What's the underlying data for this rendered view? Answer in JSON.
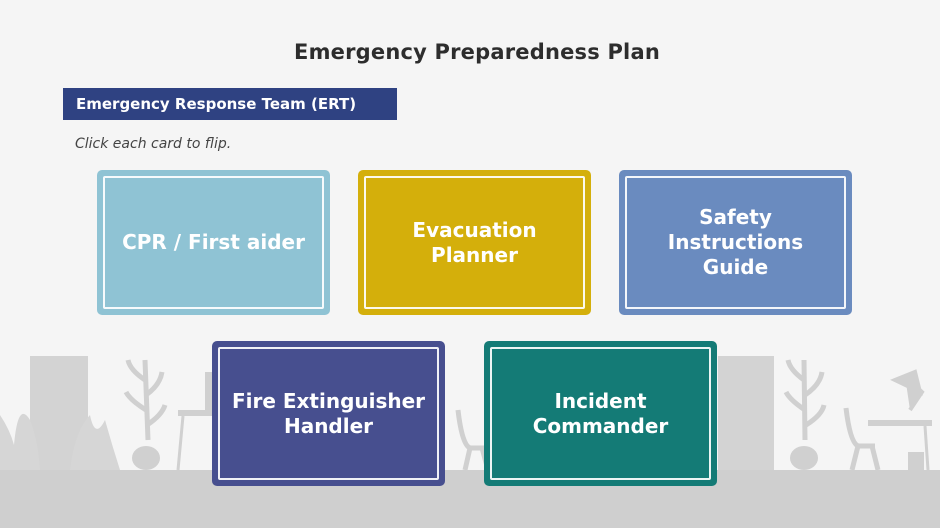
{
  "page": {
    "title": "Emergency Preparedness Plan"
  },
  "section": {
    "title": "Emergency Response Team (ERT)",
    "instruction": "Click each card to flip."
  },
  "cards": [
    {
      "label": "CPR / First aider",
      "color": "#8fc3d4"
    },
    {
      "label": "Evacuation Planner",
      "color": "#d4af0b"
    },
    {
      "label": "Safety Instructions Guide",
      "color": "#6a8bbf"
    },
    {
      "label": "Fire Extinguisher Handler",
      "color": "#474f8f"
    },
    {
      "label": "Incident Commander",
      "color": "#147b76"
    }
  ],
  "colors": {
    "section_bar": "#2f4282",
    "background": "#f5f5f5",
    "silhouette": "#d4d4d4"
  }
}
